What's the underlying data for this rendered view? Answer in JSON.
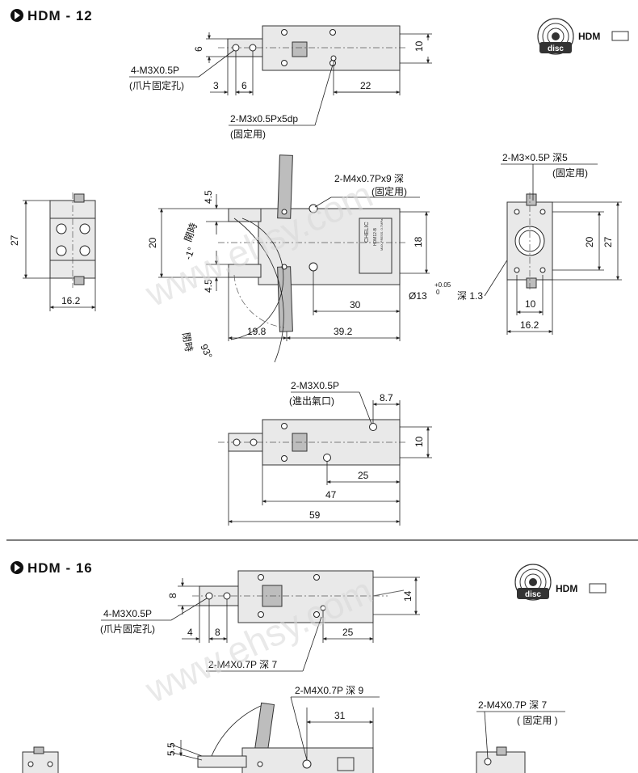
{
  "sections": [
    {
      "title": "HDM - 12",
      "logo_label": "HDM",
      "logo_brand": "disc",
      "labels": {
        "jaw_screw": "4-M3X0.5P",
        "jaw_screw_note": "(爪片固定孔)",
        "mount_screw": "2-M3x0.5Px5dp",
        "mount_note": "(固定用)",
        "side_screw": "2-M4x0.7Px9 深",
        "side_note": "(固定用)",
        "end_screw": "2-M3×0.5P 深5",
        "end_note": "(固定用)",
        "open": "開時",
        "close": "閉時",
        "open_angle": "-1°",
        "close_angle": "93°",
        "bore": "Ø13",
        "bore_tol_upper": "+0.05",
        "bore_tol_lower": "0",
        "bore_depth": "深 1.3",
        "port_screw": "2-M3X0.5P",
        "port_note": "(進出氣口)",
        "nameplate_lines": [
          "CHELIC",
          "HDM12-B",
          "MAX.PRESS. 0.7MPa"
        ]
      },
      "dims": {
        "d6_top": "6",
        "d3": "3",
        "d6_bot": "6",
        "d22": "22",
        "d10_top": "10",
        "d27_left": "27",
        "d16_2_left": "16.2",
        "d4_5_top": "4.5",
        "d20_left": "20",
        "d4_5_bot": "4.5",
        "d18": "18",
        "d30": "30",
        "d19_8": "19.8",
        "d39_2": "39.2",
        "d20_right": "20",
        "d27_right": "27",
        "d10_right": "10",
        "d16_2_right": "16.2",
        "d8_7": "8.7",
        "d10_bot": "10",
        "d25": "25",
        "d47": "47",
        "d59": "59"
      }
    },
    {
      "title": "HDM - 16",
      "logo_label": "HDM",
      "logo_brand": "disc",
      "labels": {
        "jaw_screw": "4-M3X0.5P",
        "jaw_screw_note": "(爪片固定孔)",
        "mount_screw": "2-M4X0.7P 深 7",
        "side_screw": "2-M4X0.7P 深 9",
        "end_screw": "2-M4X0.7P 深 7",
        "end_note": "( 固定用 )"
      },
      "dims": {
        "d8": "8",
        "d4": "4",
        "d8_bot": "8",
        "d25": "25",
        "d14": "14",
        "d31": "31",
        "d5_5": "5.5"
      }
    }
  ],
  "watermark": "www.ehsy.com"
}
